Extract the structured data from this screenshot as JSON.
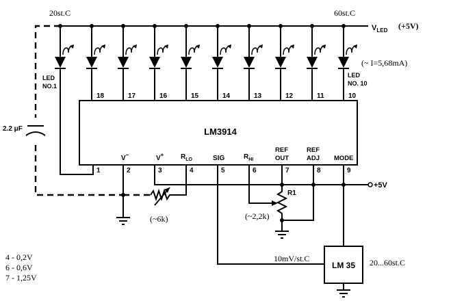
{
  "labels": {
    "temp_low": "20st.C",
    "temp_high": "60st.C",
    "vled": "V",
    "vled_sub": "LED",
    "vled_value": "(+5V)",
    "current_note": "(~ I=5,68mA)",
    "led1_a": "LED",
    "led1_b": "NO.1",
    "led10_a": "LED",
    "led10_b": "NO. 10",
    "chip": "LM3914",
    "cap": "2.2 μF",
    "pin_vminus": "V",
    "pin_vplus": "V",
    "pin_r": "R",
    "pin_rlo_sub": "LO",
    "pin_sig": "SIG",
    "pin_rhi_sub": "HI",
    "pin_ref": "REF",
    "pin_out": "OUT",
    "pin_adj": "ADJ",
    "pin_mode": "MODE",
    "supply": "+5V",
    "r1": "R1",
    "pot_r1_value": "(~2,2k)",
    "pot_rlo_value": "(~6k)",
    "signal_note": "10mV/st.C",
    "sensor": "LM 35",
    "sensor_range": "20...60st.C"
  },
  "pins_top": [
    "18",
    "17",
    "16",
    "15",
    "14",
    "13",
    "12",
    "11",
    "10"
  ],
  "pins_bottom": [
    "1",
    "2",
    "3",
    "4",
    "5",
    "6",
    "7",
    "8",
    "9"
  ],
  "notes": [
    "4 - 0,2V",
    "6 - 0,6V",
    "7 - 1,25V"
  ]
}
